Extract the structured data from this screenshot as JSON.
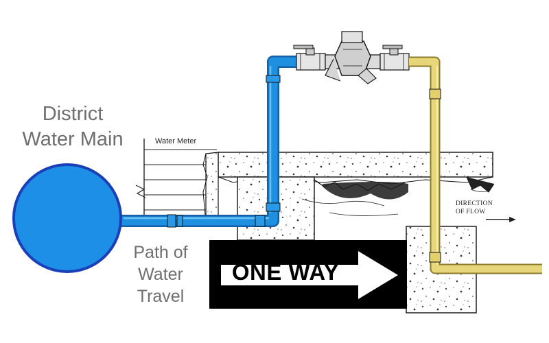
{
  "labels": {
    "main_line1": "District",
    "main_line2": "Water Main",
    "path_line1": "Path of",
    "path_line2": "Water",
    "path_line3": "Travel",
    "meter": "Water Meter",
    "flow_line1": "DIRECTION",
    "flow_line2": "OF FLOW",
    "sign": "ONE WAY"
  },
  "colors": {
    "blue_pipe": "#1f8fe0",
    "main_fill": "#1e8fe6",
    "main_border": "#1a3fb8",
    "yellow_pipe": "#e8d77a",
    "sign_black": "#000000"
  },
  "icons": {
    "arrow": "right-arrow-icon",
    "valve": "gate-valve-icon",
    "backflow": "backflow-preventer-icon"
  }
}
